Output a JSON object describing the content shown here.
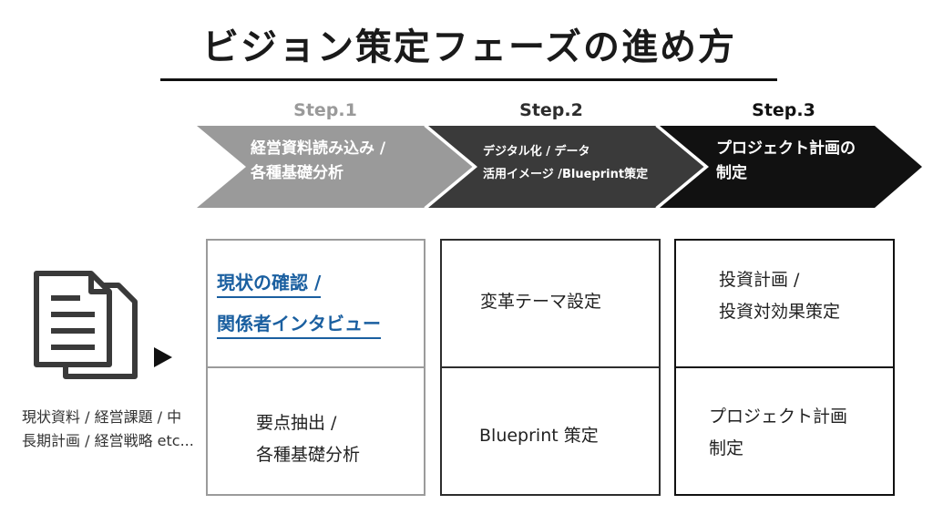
{
  "title": "ビジョン策定フェーズの進め方",
  "steps": [
    {
      "label": "Step.1",
      "color": "#9a9a9a",
      "lines": [
        "経営資料読み込み /",
        "各種基礎分析"
      ]
    },
    {
      "label": "Step.2",
      "color": "#3a3a3a",
      "lines": [
        "デジタル化 / データ",
        "活用イメージ /Blueprint策定"
      ]
    },
    {
      "label": "Step.3",
      "color": "#111111",
      "lines": [
        "プロジェクト計画の",
        "制定"
      ]
    }
  ],
  "columns": [
    {
      "top_highlight": [
        "現状の確認 /",
        "関係者インタビュー"
      ],
      "bottom": [
        "要点抽出 /",
        "各種基礎分析"
      ]
    },
    {
      "top": [
        "変革テーマ設定"
      ],
      "bottom": [
        "Blueprint 策定"
      ]
    },
    {
      "top": [
        "投資計画 /",
        "投資対効果策定"
      ],
      "bottom": [
        "プロジェクト計画",
        "制定"
      ]
    }
  ],
  "input_docs": {
    "icon": "documents-icon",
    "caption": "現状資料 / 経営課題 / 中長期計画 / 経営戦略 etc..."
  },
  "highlight_color": "#1a5fa0"
}
